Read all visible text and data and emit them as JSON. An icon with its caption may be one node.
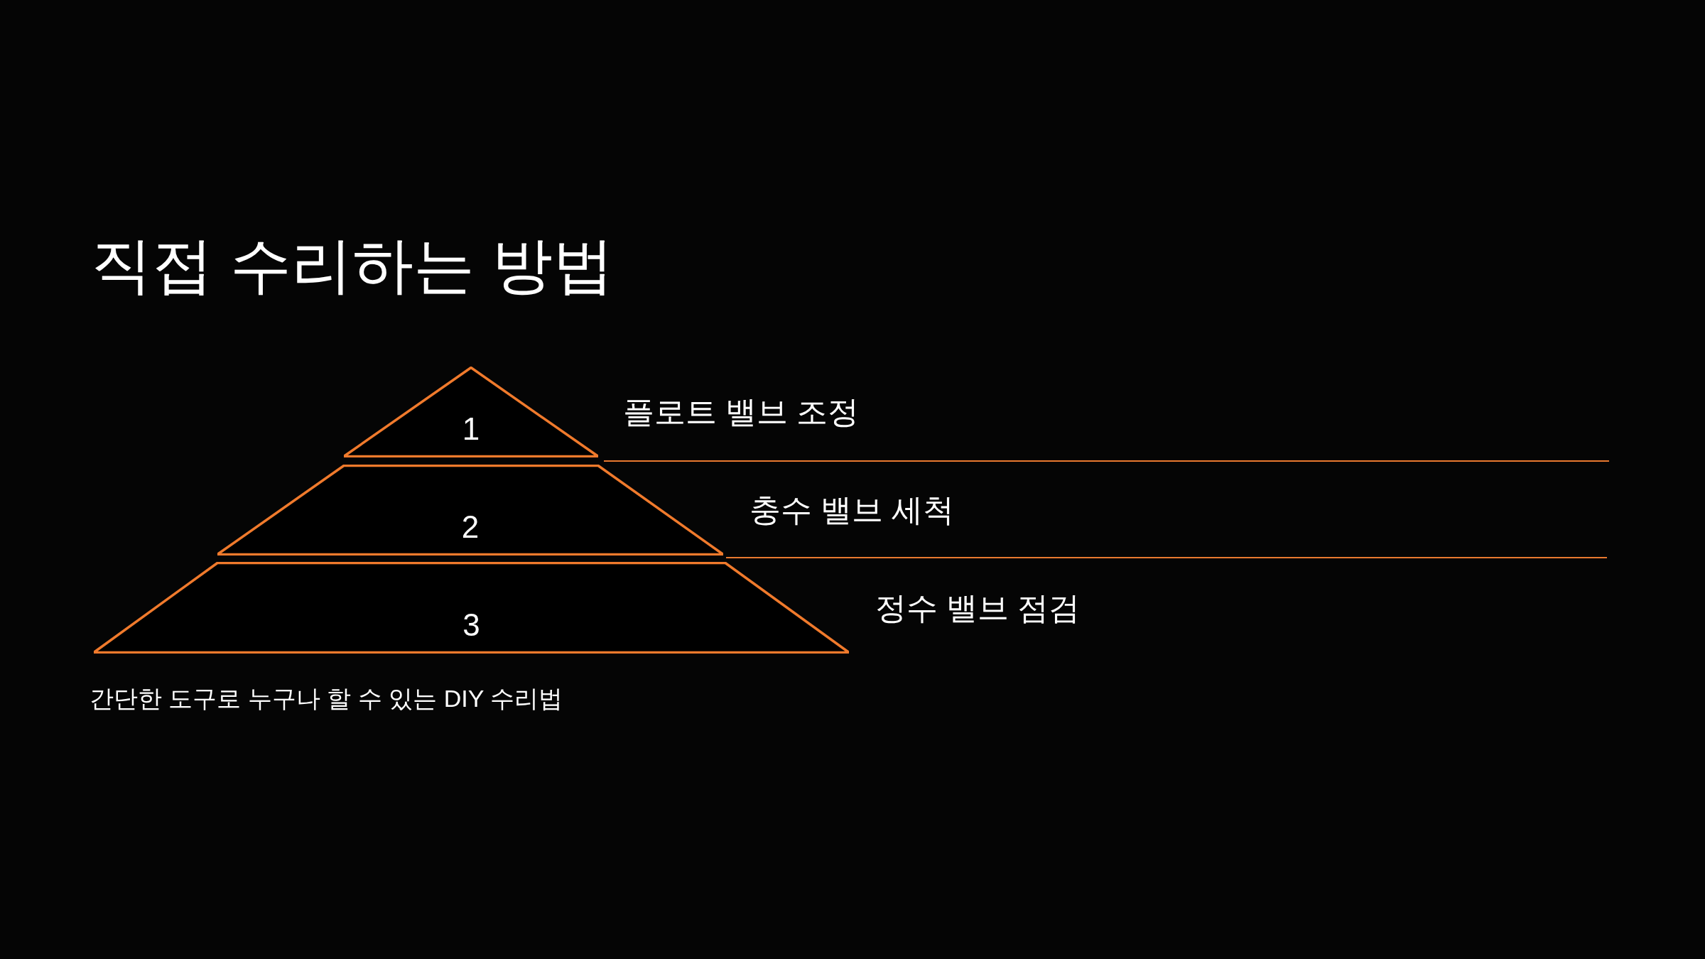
{
  "diagram": {
    "title": "직접 수리하는 방법",
    "nodes": [
      {
        "text": [
          "1"
        ],
        "beside": [
          "플로트 밸브 조정"
        ]
      },
      {
        "text": [
          "2"
        ],
        "beside": [
          "충수 밸브 세척"
        ]
      },
      {
        "text": [
          "3"
        ],
        "beside": [
          "정수 밸브 점검"
        ]
      }
    ],
    "caption": "간단한 도구로 누구나 할 수 있는 DIY 수리법"
  }
}
